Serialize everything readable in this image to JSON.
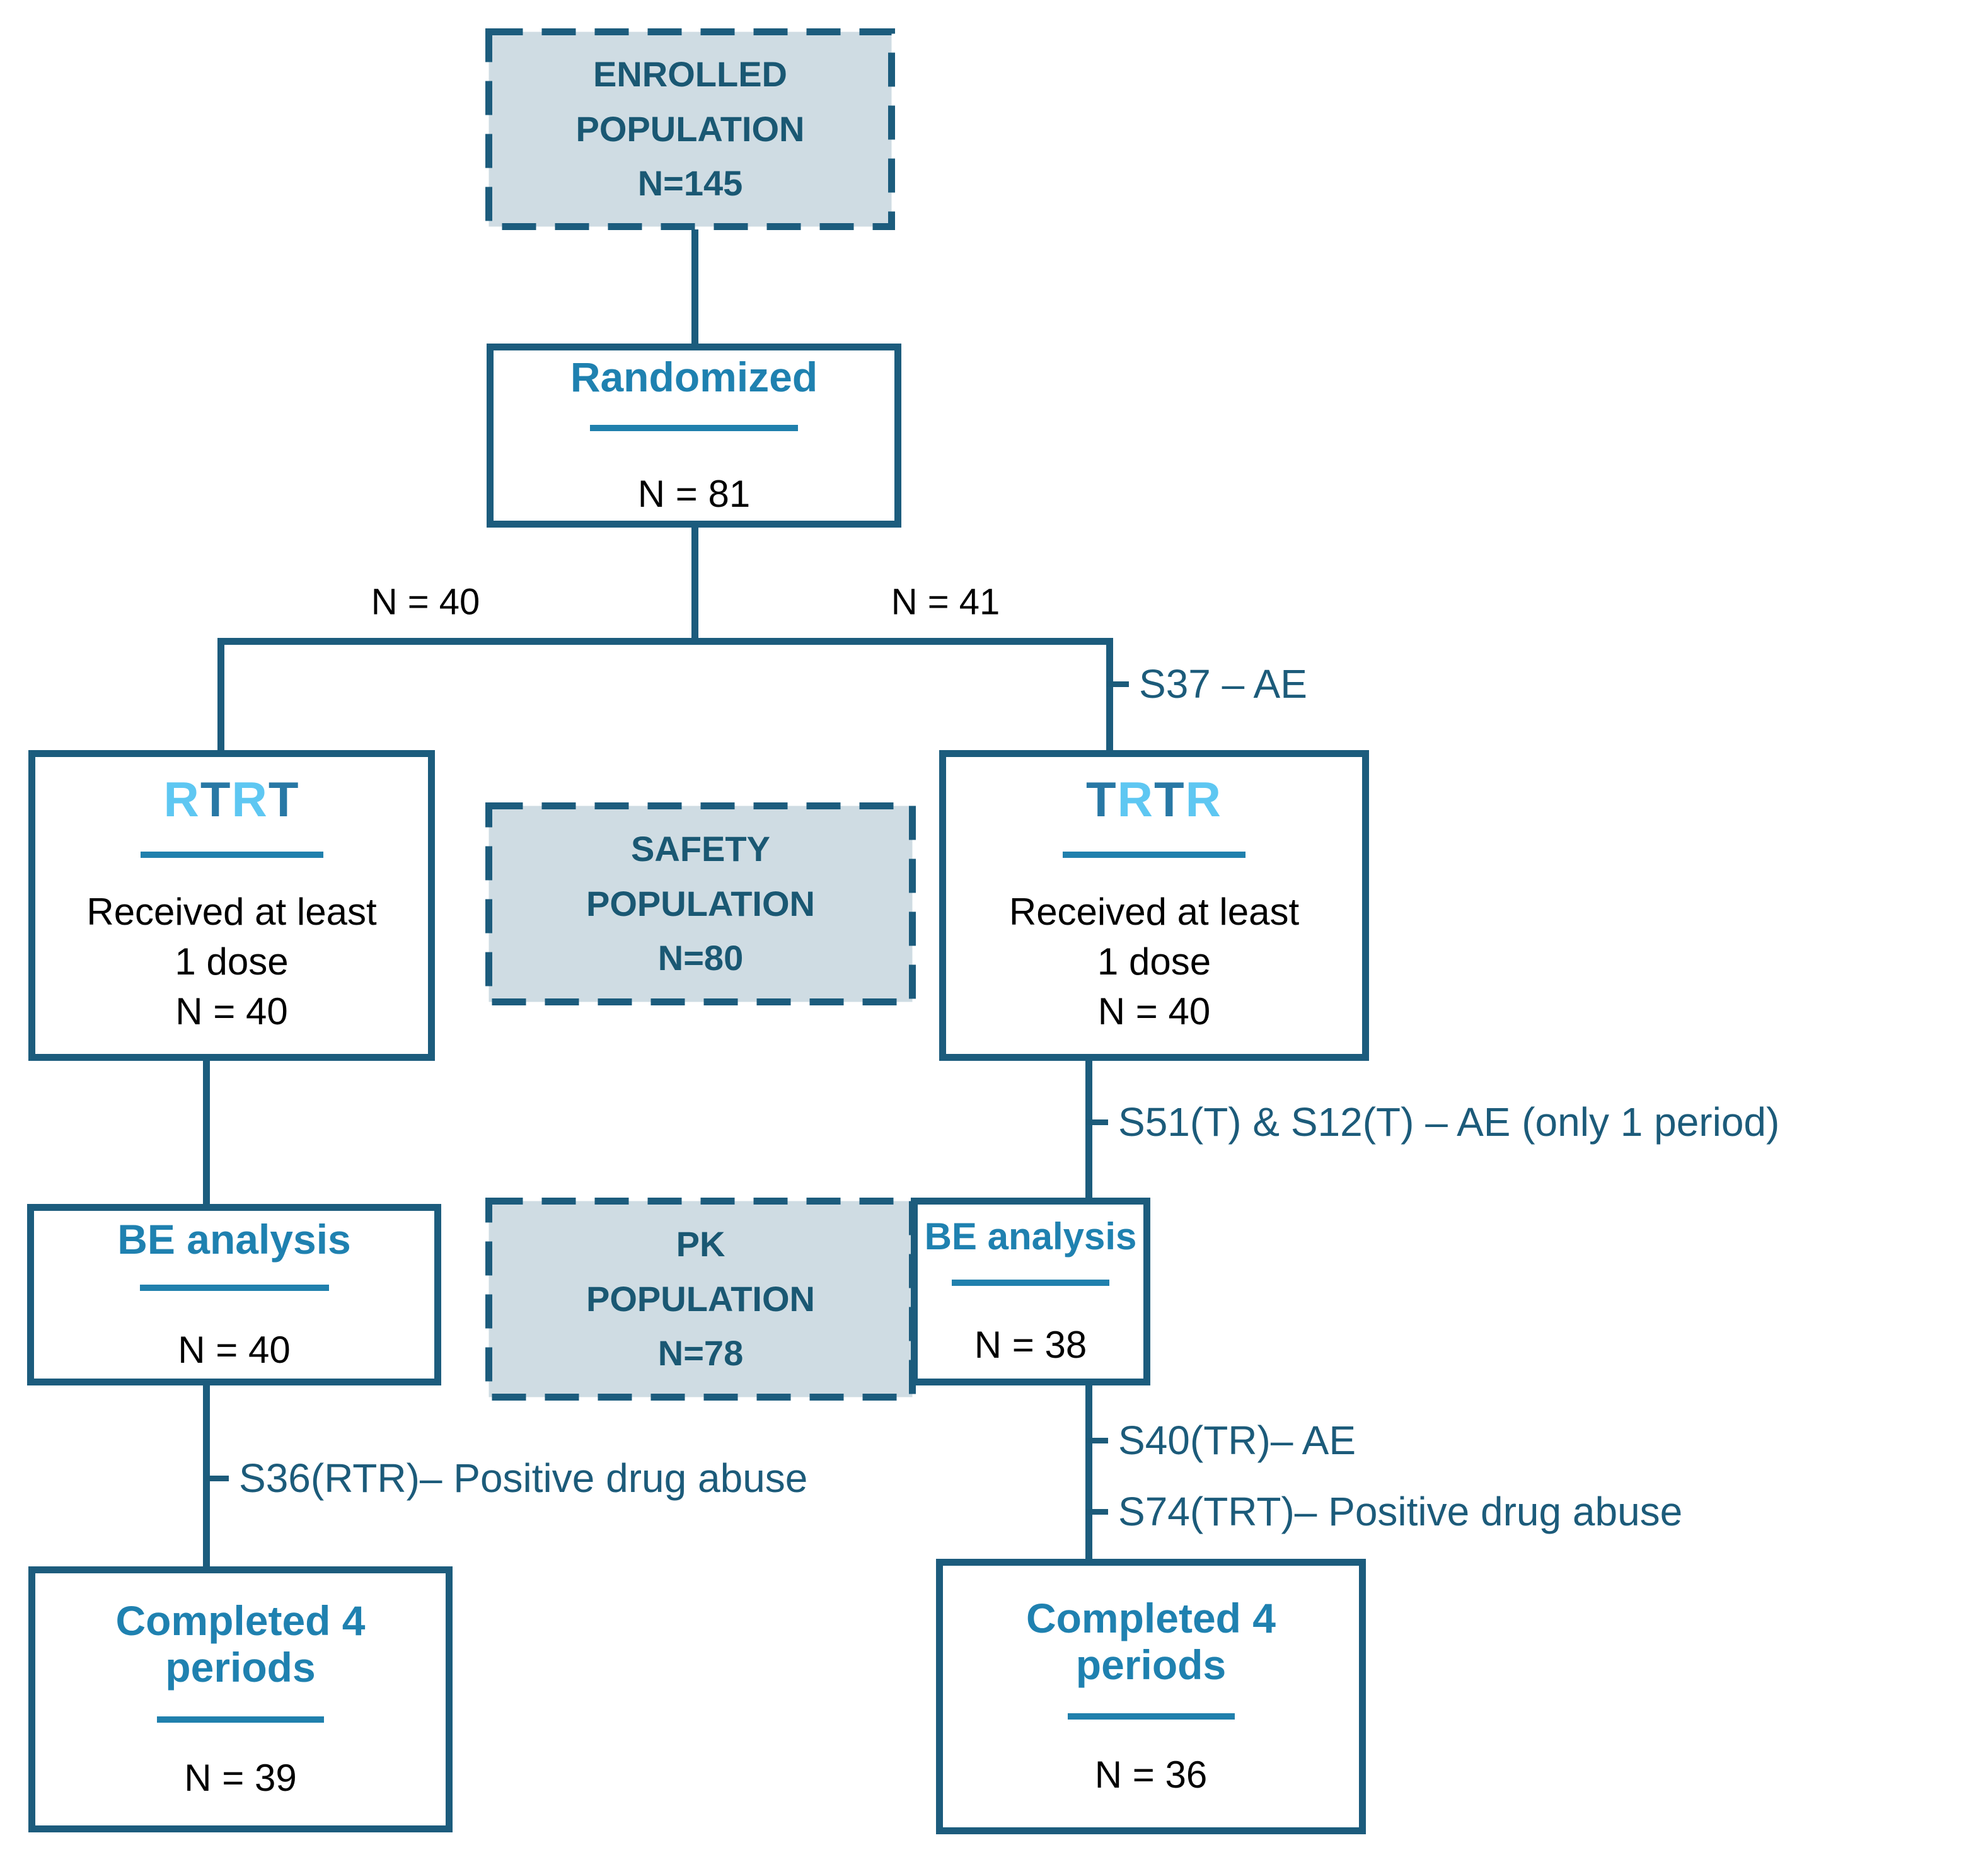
{
  "colors": {
    "border": "#1C5C7D",
    "title_blue": "#1F81B0",
    "letter_light": "#5EC7F2",
    "letter_dark": "#2878A5",
    "underline": "#2080AD",
    "population_fill": "#CFDCE3",
    "population_text": "#1A5873",
    "annotation": "#1C5B7A",
    "body_text": "#000000"
  },
  "nodes": {
    "enrolled": {
      "lines": [
        "ENROLLED",
        "POPULATION"
      ],
      "n": "N=145"
    },
    "randomized": {
      "title": "Randomized",
      "n": "N = 81"
    },
    "rtrt": {
      "letters": {
        "l1": "R",
        "l2": "T",
        "l3": "R",
        "l4": "T"
      },
      "body": [
        "Received at least",
        "1 dose"
      ],
      "n": "N = 40"
    },
    "trtr": {
      "letters": {
        "l1": "T",
        "l2": "R",
        "l3": "T",
        "l4": "R"
      },
      "body": [
        "Received at least",
        "1 dose"
      ],
      "n": "N = 40"
    },
    "safety": {
      "lines": [
        "SAFETY",
        "POPULATION"
      ],
      "n": "N=80"
    },
    "pk": {
      "lines": [
        "PK",
        "POPULATION"
      ],
      "n": "N=78"
    },
    "be_left": {
      "title": "BE analysis",
      "n": "N = 40"
    },
    "be_right": {
      "title": "BE analysis",
      "n": "N = 38"
    },
    "completed_left": {
      "title_lines": [
        "Completed 4",
        "periods"
      ],
      "n": "N = 39"
    },
    "completed_right": {
      "title_lines": [
        "Completed 4",
        "periods"
      ],
      "n": "N = 36"
    }
  },
  "branch_labels": {
    "left": "N = 40",
    "right": "N = 41"
  },
  "annotations": {
    "s37": "S37 – AE",
    "s51": "S51(T) & S12(T) – AE (only 1 period)",
    "s36": "S36(RTR)– Positive drug abuse",
    "s40": "S40(TR)– AE",
    "s74": "S74(TRT)– Positive drug abuse"
  }
}
